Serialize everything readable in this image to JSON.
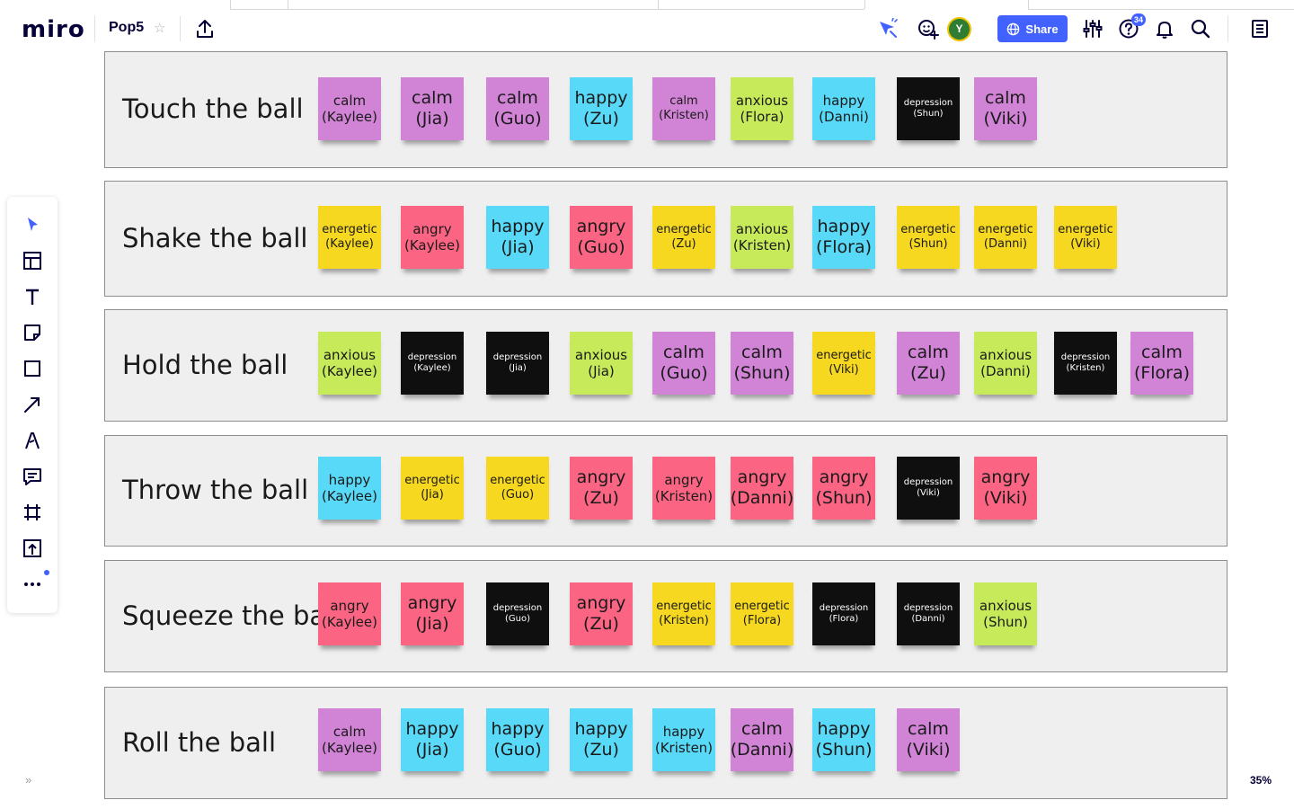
{
  "app": {
    "brand": "miro",
    "board_name": "Pop5",
    "share_label": "Share",
    "avatar_initial": "Y",
    "help_badge": "34",
    "zoom": "35%"
  },
  "colors": {
    "calm": "#d183d6",
    "happy": "#58d9f7",
    "anxious": "#c7ea5b",
    "energetic": "#f7d820",
    "angry": "#fb6583",
    "depression": "#0f0f0f",
    "accent": "#4262ff"
  },
  "rows": [
    {
      "title": "Touch the ball",
      "notes": [
        {
          "emotion": "calm",
          "text": "calm\n(Kaylee)",
          "size": "m"
        },
        {
          "emotion": "calm",
          "text": "calm\n(Jia)",
          "size": "l"
        },
        {
          "emotion": "calm",
          "text": "calm\n(Guo)",
          "size": "l"
        },
        {
          "emotion": "happy",
          "text": "happy\n(Zu)",
          "size": "l"
        },
        {
          "emotion": "calm",
          "text": "calm\n(Kristen)",
          "size": "s"
        },
        {
          "emotion": "anxious",
          "text": "anxious\n(Flora)",
          "size": "m"
        },
        {
          "emotion": "happy",
          "text": "happy\n(Danni)",
          "size": "m"
        },
        {
          "emotion": "depression",
          "text": "depression\n(Shun)",
          "size": "xs"
        },
        {
          "emotion": "calm",
          "text": "calm\n(Viki)",
          "size": "l"
        }
      ]
    },
    {
      "title": "Shake the ball",
      "notes": [
        {
          "emotion": "energetic",
          "text": "energetic\n(Kaylee)",
          "size": "s"
        },
        {
          "emotion": "angry",
          "text": "angry\n(Kaylee)",
          "size": "m"
        },
        {
          "emotion": "happy",
          "text": "happy\n(Jia)",
          "size": "l"
        },
        {
          "emotion": "angry",
          "text": "angry\n(Guo)",
          "size": "l"
        },
        {
          "emotion": "energetic",
          "text": "energetic\n(Zu)",
          "size": "s"
        },
        {
          "emotion": "anxious",
          "text": "anxious\n(Kristen)",
          "size": "m"
        },
        {
          "emotion": "happy",
          "text": "happy\n(Flora)",
          "size": "l"
        },
        {
          "emotion": "energetic",
          "text": "energetic\n(Shun)",
          "size": "s"
        },
        {
          "emotion": "energetic",
          "text": "energetic\n(Danni)",
          "size": "s"
        },
        {
          "emotion": "energetic",
          "text": "energetic\n(Viki)",
          "size": "s"
        }
      ]
    },
    {
      "title": "Hold the ball",
      "notes": [
        {
          "emotion": "anxious",
          "text": "anxious\n(Kaylee)",
          "size": "m"
        },
        {
          "emotion": "depression",
          "text": "depression\n(Kaylee)",
          "size": "xs"
        },
        {
          "emotion": "depression",
          "text": "depression\n(Jia)",
          "size": "xs"
        },
        {
          "emotion": "anxious",
          "text": "anxious\n(Jia)",
          "size": "m"
        },
        {
          "emotion": "calm",
          "text": "calm\n(Guo)",
          "size": "l"
        },
        {
          "emotion": "calm",
          "text": "calm\n(Shun)",
          "size": "l"
        },
        {
          "emotion": "energetic",
          "text": "energetic\n(Viki)",
          "size": "s"
        },
        {
          "emotion": "calm",
          "text": "calm\n(Zu)",
          "size": "l"
        },
        {
          "emotion": "anxious",
          "text": "anxious\n(Danni)",
          "size": "m"
        },
        {
          "emotion": "depression",
          "text": "depression\n(Kristen)",
          "size": "xs"
        },
        {
          "emotion": "calm",
          "text": "calm\n(Flora)",
          "size": "l"
        }
      ]
    },
    {
      "title": "Throw the ball",
      "notes": [
        {
          "emotion": "happy",
          "text": "happy\n(Kaylee)",
          "size": "m"
        },
        {
          "emotion": "energetic",
          "text": "energetic\n(Jia)",
          "size": "s"
        },
        {
          "emotion": "energetic",
          "text": "energetic\n(Guo)",
          "size": "s"
        },
        {
          "emotion": "angry",
          "text": "angry\n(Zu)",
          "size": "l"
        },
        {
          "emotion": "angry",
          "text": "angry\n(Kristen)",
          "size": "m"
        },
        {
          "emotion": "angry",
          "text": "angry\n(Danni)",
          "size": "l"
        },
        {
          "emotion": "angry",
          "text": "angry\n(Shun)",
          "size": "l"
        },
        {
          "emotion": "depression",
          "text": "depression\n(Viki)",
          "size": "xs"
        },
        {
          "emotion": "angry",
          "text": "angry\n(Viki)",
          "size": "l"
        }
      ]
    },
    {
      "title": "Squeeze the ball",
      "notes": [
        {
          "emotion": "angry",
          "text": "angry\n(Kaylee)",
          "size": "m"
        },
        {
          "emotion": "angry",
          "text": "angry\n(Jia)",
          "size": "l"
        },
        {
          "emotion": "depression",
          "text": "depression\n(Guo)",
          "size": "xs"
        },
        {
          "emotion": "angry",
          "text": "angry\n(Zu)",
          "size": "l"
        },
        {
          "emotion": "energetic",
          "text": "energetic\n(Kristen)",
          "size": "s"
        },
        {
          "emotion": "energetic",
          "text": "energetic\n(Flora)",
          "size": "s"
        },
        {
          "emotion": "depression",
          "text": "depression\n(Flora)",
          "size": "xs"
        },
        {
          "emotion": "depression",
          "text": "depression\n(Danni)",
          "size": "xs"
        },
        {
          "emotion": "anxious",
          "text": "anxious\n(Shun)",
          "size": "m"
        }
      ]
    },
    {
      "title": "Roll the ball",
      "notes": [
        {
          "emotion": "calm",
          "text": "calm\n(Kaylee)",
          "size": "m"
        },
        {
          "emotion": "happy",
          "text": "happy\n(Jia)",
          "size": "l"
        },
        {
          "emotion": "happy",
          "text": "happy\n(Guo)",
          "size": "l"
        },
        {
          "emotion": "happy",
          "text": "happy\n(Zu)",
          "size": "l"
        },
        {
          "emotion": "happy",
          "text": "happy\n(Kristen)",
          "size": "m"
        },
        {
          "emotion": "calm",
          "text": "calm\n(Danni)",
          "size": "l"
        },
        {
          "emotion": "happy",
          "text": "happy\n(Shun)",
          "size": "l"
        },
        {
          "emotion": "calm",
          "text": "calm\n(Viki)",
          "size": "l"
        }
      ]
    }
  ]
}
